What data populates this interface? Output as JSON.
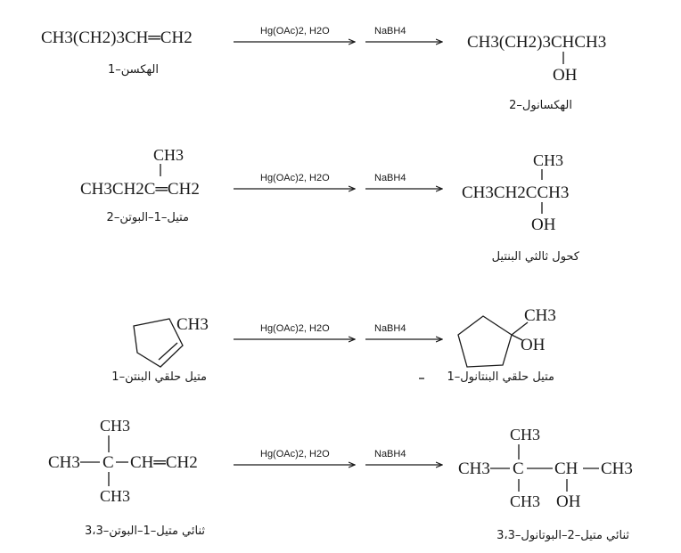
{
  "reactions": [
    {
      "reactant": "CH3(CH2)3CH═CH2",
      "reactant_name": "1–الهكسن",
      "reagent1": "Hg(OAc)2, H2O",
      "reagent2": "NaBH4",
      "product_main": "CH3(CH2)3CHCH3",
      "product_sub": "OH",
      "product_name": "2–الهكسانول"
    },
    {
      "reactant_top": "CH3",
      "reactant": "CH3CH2C═CH2",
      "reactant_name": "2–متيل–1–البوتن",
      "reagent1": "Hg(OAc)2, H2O",
      "reagent2": "NaBH4",
      "product_top": "CH3",
      "product_main": "CH3CH2CCH3",
      "product_sub": "OH",
      "product_name": "كحول ثالثي البنتيل"
    },
    {
      "reactant_sub": "CH3",
      "reactant_name": "1–متيل حلقي البنتن",
      "reagent1": "Hg(OAc)2, H2O",
      "reagent2": "NaBH4",
      "product_sub1": "CH3",
      "product_sub2": "OH",
      "product_name": "1–متيل حلقي البنتانول"
    },
    {
      "reactant_top": "CH3",
      "reactant_left": "CH3",
      "reactant_c": "C",
      "reactant_right": "CH═CH2",
      "reactant_bottom": "CH3",
      "reactant_name": "3،3–ثنائي متيل–1–البوتن",
      "reagent1": "Hg(OAc)2, H2O",
      "reagent2": "NaBH4",
      "product_top": "CH3",
      "product_left": "CH3",
      "product_c": "C",
      "product_ch": "CH",
      "product_right": "CH3",
      "product_bottom": "CH3",
      "product_oh": "OH",
      "product_name": "3،3–ثنائي متيل–2–البوتانول"
    }
  ]
}
